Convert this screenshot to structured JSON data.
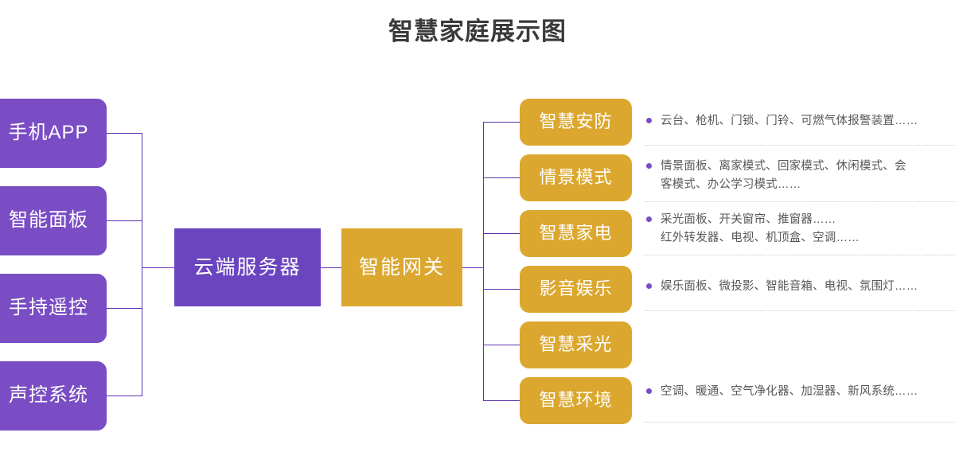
{
  "title": "智慧家庭展示图",
  "colors": {
    "purple": "#7A4DC4",
    "purple_dark": "#6B45C0",
    "gold": "#DBA72F",
    "line": "#5B32B0",
    "text": "#585858",
    "title": "#3A3A3A",
    "separator": "#C9C9C9"
  },
  "sources": [
    {
      "label": "手机APP"
    },
    {
      "label": "智能面板"
    },
    {
      "label": "手持遥控"
    },
    {
      "label": "声控系统"
    }
  ],
  "hub": {
    "cloud_label": "云端服务器",
    "gateway_label": "智能网关"
  },
  "categories": [
    {
      "label": "智慧安防",
      "details": "云台、枪机、门锁、门铃、可燃气体报警装置……"
    },
    {
      "label": "情景模式",
      "details": "情景面板、离家模式、回家模式、休闲模式、会\n客模式、办公学习模式……"
    },
    {
      "label": "智慧家电",
      "details": "采光面板、开关窗帘、推窗器……\n红外转发器、电视、机顶盒、空调……"
    },
    {
      "label": "影音娱乐",
      "details": "娱乐面板、微投影、智能音箱、电视、氛围灯……"
    },
    {
      "label": "智慧采光",
      "details": ""
    },
    {
      "label": "智慧环境",
      "details": "空调、暖通、空气净化器、加湿器、新风系统……"
    }
  ]
}
